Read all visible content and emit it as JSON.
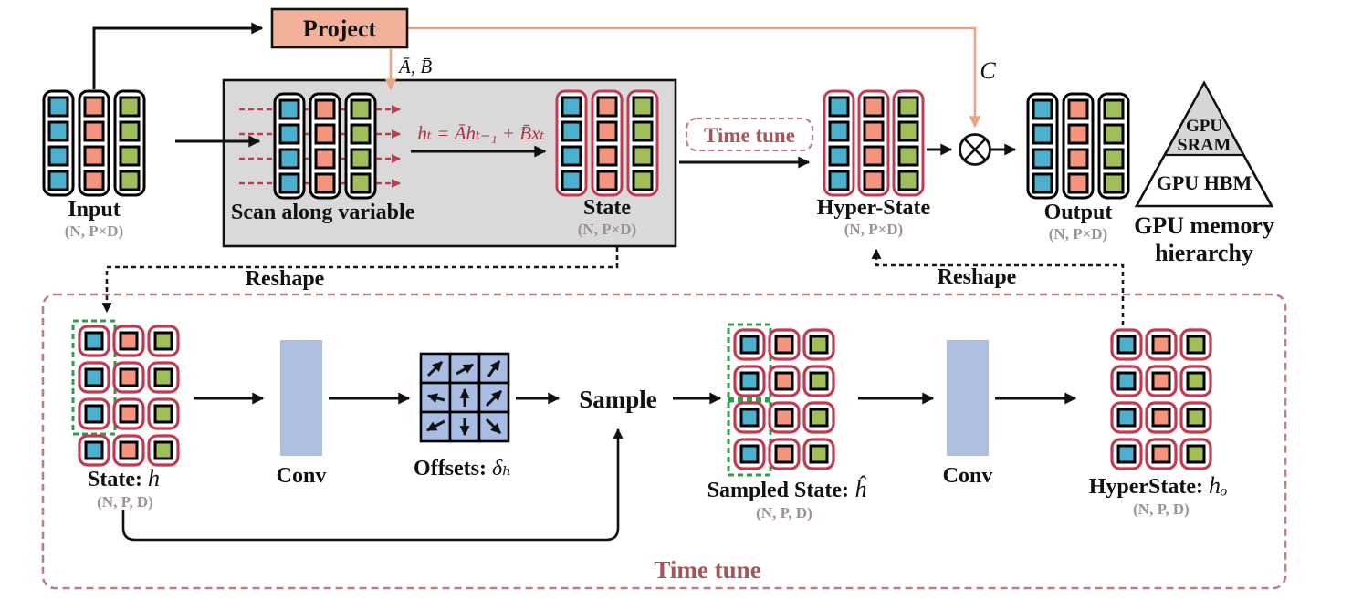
{
  "figure": {
    "top": {
      "input_label": "Input",
      "input_dims": "(N, P×D)",
      "project_label": "Project",
      "params_label": "Ā, B̄",
      "scan_label": "Scan along variable",
      "equation": "hₜ = Āhₜ₋₁ + B̄xₜ",
      "state_label": "State",
      "state_dims": "(N, P×D)",
      "time_tune_badge": "Time tune",
      "hyper_state_label": "Hyper-State",
      "hyper_state_dims": "(N, P×D)",
      "c_label": "C",
      "output_label": "Output",
      "output_dims": "(N, P×D)",
      "gpu_sram_1": "GPU",
      "gpu_sram_2": "SRAM",
      "gpu_hbm": "GPU HBM",
      "gpu_caption_1": "GPU memory",
      "gpu_caption_2": "hierarchy"
    },
    "reshape_left": "Reshape",
    "reshape_right": "Reshape",
    "bottom": {
      "state_label": "State:",
      "state_var": "h",
      "state_dims": "(N, P, D)",
      "conv1_label": "Conv",
      "offsets_label": "Offsets:",
      "offsets_var": "δₕ",
      "sample_label": "Sample",
      "sampled_label": "Sampled State:",
      "sampled_var": "ĥ",
      "sampled_dims": "(N, P, D)",
      "conv2_label": "Conv",
      "hyperstate_label": "HyperState:",
      "hyperstate_var": "hₒ",
      "hyperstate_dims": "(N, P, D)",
      "container_label": "Time tune"
    },
    "colors": {
      "blue": "#4bafce",
      "salmon": "#f4947f",
      "green": "#9fbe59",
      "crimson": "#c23a52",
      "orange": "#eaa47e",
      "project_fill": "#f3b199",
      "scan_box_fill": "#d9d9d9",
      "conv_fill": "#aebede",
      "offsets_fill": "#a9bce4",
      "equation_red": "#b03140",
      "rosy_dash": "#b98080",
      "time_tune_text": "#a5565c",
      "dim_text": "#9e9191",
      "green_dash": "#2f9e4a",
      "triangle_gray": "#d6d6d6"
    }
  }
}
